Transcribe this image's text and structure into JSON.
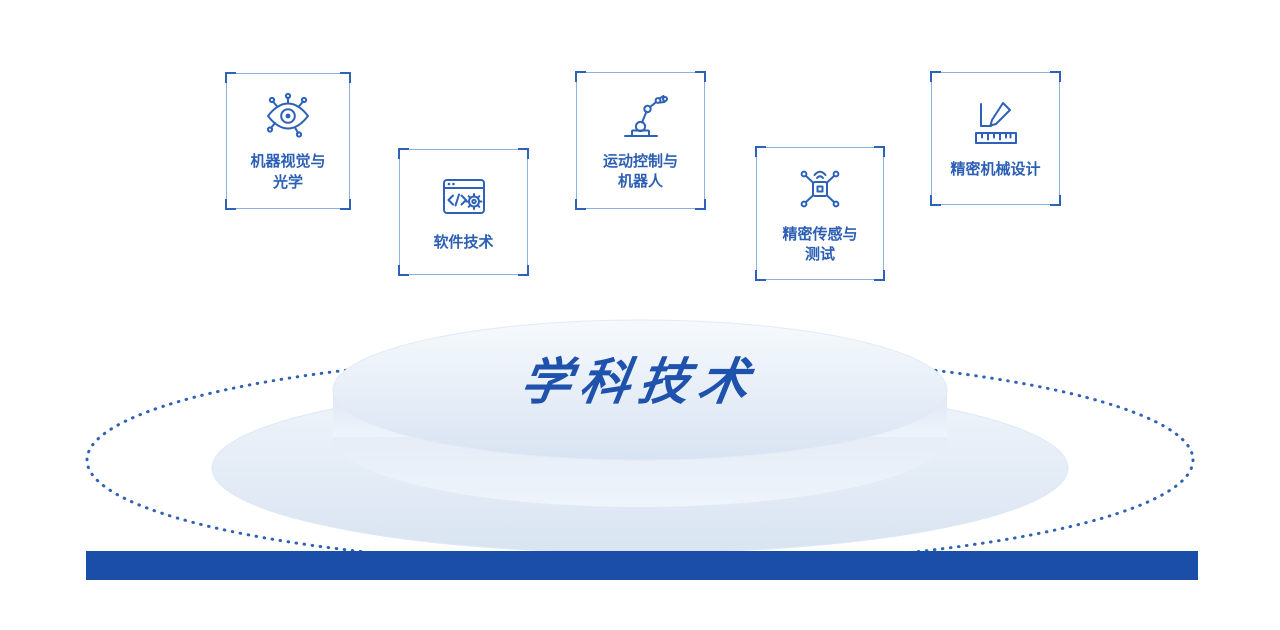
{
  "title": {
    "text": "学科技术"
  },
  "cards": [
    {
      "id": "machine-vision",
      "label": "机器视觉与\n光学",
      "icon": "machine-vision-eye-icon"
    },
    {
      "id": "software",
      "label": "软件技术",
      "icon": "software-code-window-icon"
    },
    {
      "id": "motion-control",
      "label": "运动控制与\n机器人",
      "icon": "robot-arm-icon"
    },
    {
      "id": "precision-sensing",
      "label": "精密传感与\n测试",
      "icon": "sensor-chip-icon"
    },
    {
      "id": "mechanical-design",
      "label": "精密机械设计",
      "icon": "ruler-pen-icon"
    }
  ],
  "colors": {
    "accent": "#2e62b8",
    "card_border": "#8fb0dd",
    "card_text": "#2c5fb3",
    "title_text": "#1e52ac",
    "bottom_bar": "#1b4ea8",
    "dotted_ring": "#2f62b5",
    "platform_light": "#f5f9fd",
    "platform_dark": "#d8e3f2"
  }
}
